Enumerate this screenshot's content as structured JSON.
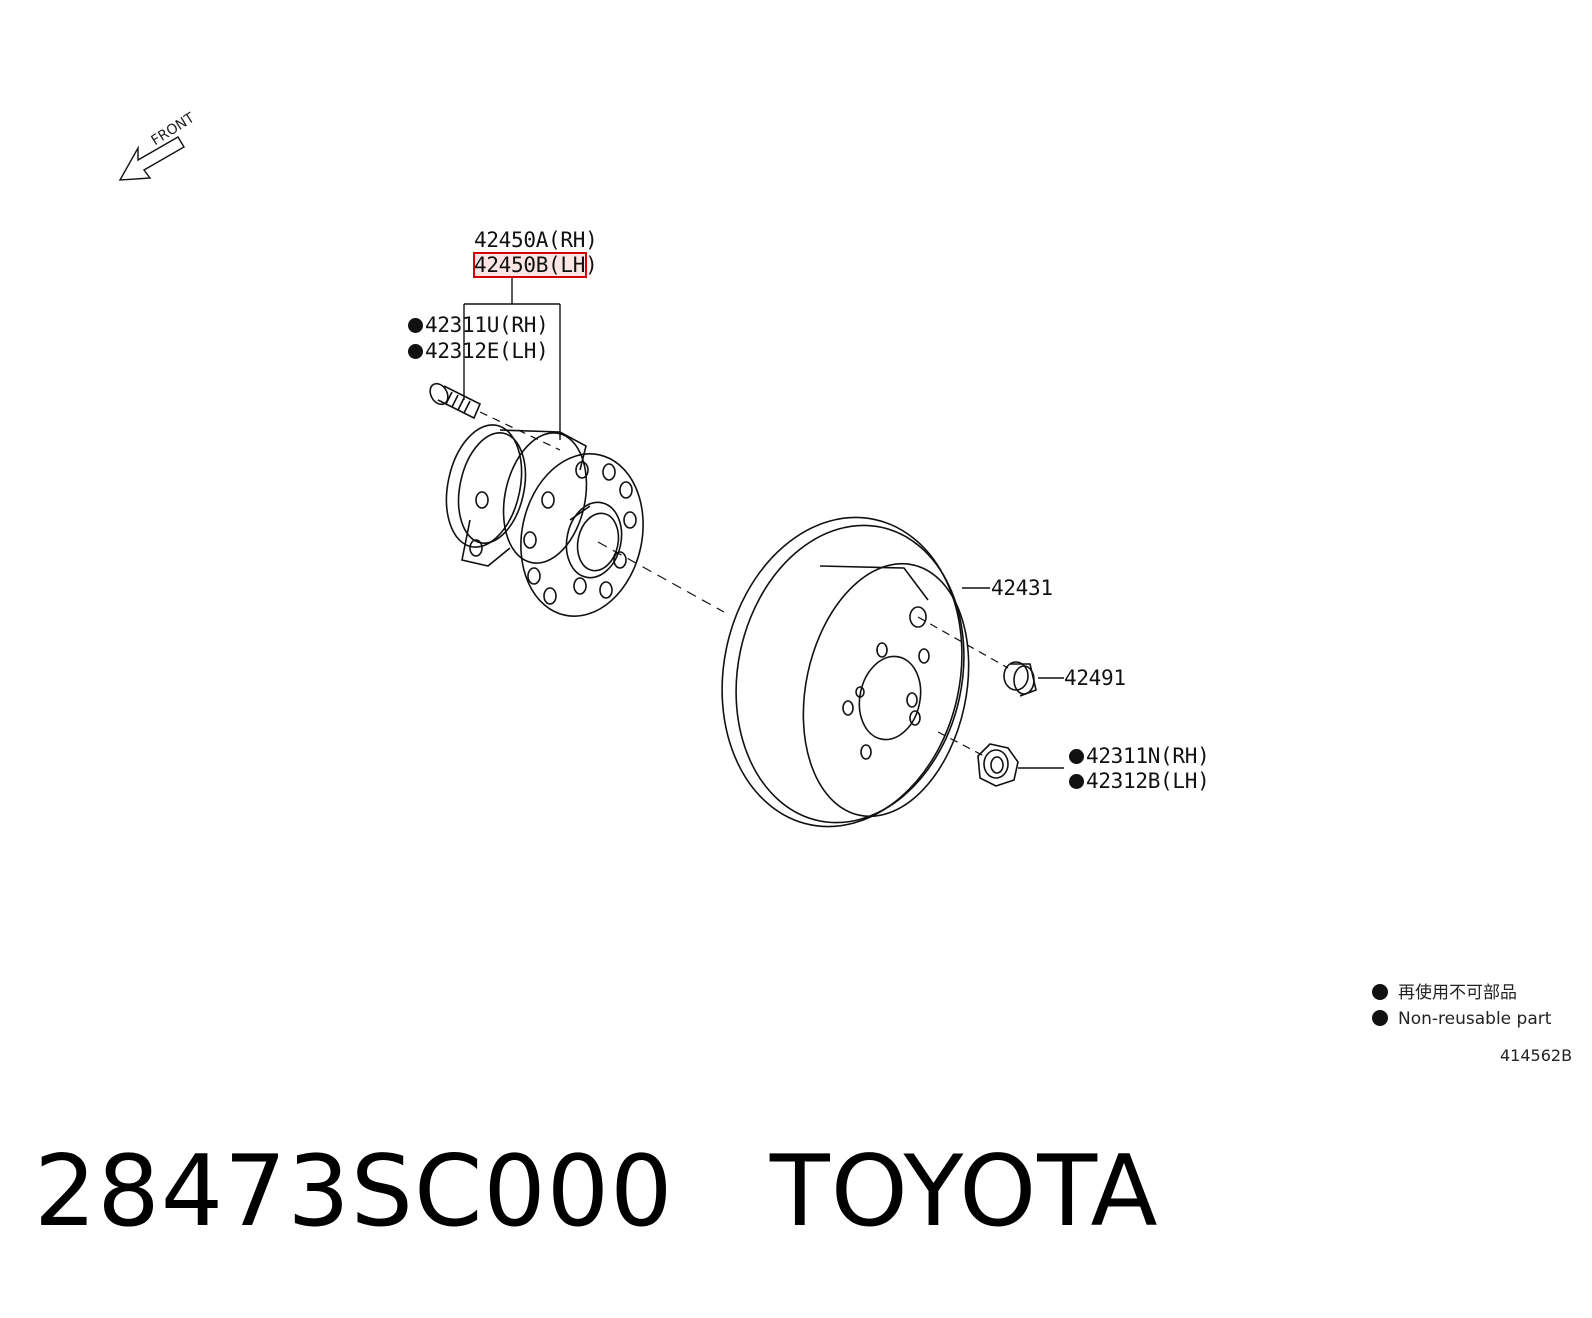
{
  "orientation": {
    "label": "FRONT",
    "icon": "arrow-icon"
  },
  "callouts": {
    "hub_rh": "42450A(RH)",
    "hub_lh": "42450B(LH)",
    "bolt_rh": "42311U(RH)",
    "bolt_lh": "42312E(LH)",
    "disc": "42431",
    "plug": "42491",
    "nut_rh": "42311N(RH)",
    "nut_lh": "42312B(LH)"
  },
  "highlight": {
    "callout": "hub_lh",
    "color": "#d40000"
  },
  "legend": {
    "marker_icon": "filled-circle-icon",
    "text_ja": "再使用不可部品",
    "text_en": "Non-reusable part"
  },
  "diagram_id": "414562B",
  "caption": {
    "part_number": "28473SC000",
    "brand": "TOYOTA"
  }
}
